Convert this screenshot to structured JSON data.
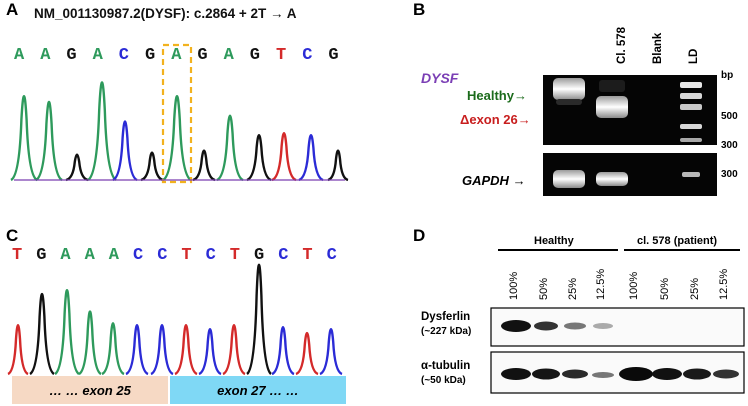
{
  "panels": {
    "A": {
      "letter": "A",
      "title": "NM_001130987.2(DYSF): c.2864 + 2T → A",
      "bases": [
        "A",
        "A",
        "G",
        "A",
        "C",
        "G",
        "A",
        "G",
        "A",
        "G",
        "T",
        "C",
        "G"
      ]
    },
    "B": {
      "letter": "B",
      "gene": "DYSF",
      "lanes": [
        "Cl. 578",
        "Blank",
        "LD"
      ],
      "unit": "bp",
      "markers_top": [
        "500",
        "300"
      ],
      "marker_bottom": "300",
      "healthy_label": "Healthy→",
      "exon_label": "Δexon 26→",
      "gapdh_label": "GAPDH",
      "arrow": "→"
    },
    "C": {
      "letter": "C",
      "bases": [
        "T",
        "G",
        "A",
        "A",
        "A",
        "C",
        "C",
        "T",
        "C",
        "T",
        "G",
        "C",
        "T",
        "C"
      ],
      "exon_left": "… … exon 25",
      "exon_right": "exon 27 … …"
    },
    "D": {
      "letter": "D",
      "group_healthy": "Healthy",
      "group_patient": "cl. 578 (patient)",
      "dilutions": [
        "100%",
        "50%",
        "25%",
        "12.5%",
        "100%",
        "50%",
        "25%",
        "12.5%"
      ],
      "row1_name": "Dysferlin",
      "row1_size": "(~227 kDa)",
      "row2_name": "α-tubulin",
      "row2_size": "(~50 kDa)"
    }
  },
  "colors": {
    "A": "#2e9a5c",
    "G": "#111111",
    "C": "#2b2bd6",
    "T": "#d42a2a",
    "healthy_text": "#1b6b1b",
    "exon_text": "#c81e1e",
    "dysf_text": "#7b3fb5",
    "highlight_box": "#f2b21f",
    "exon25_fill": "#f6d9c4",
    "exon27_fill": "#7fd8f5"
  }
}
